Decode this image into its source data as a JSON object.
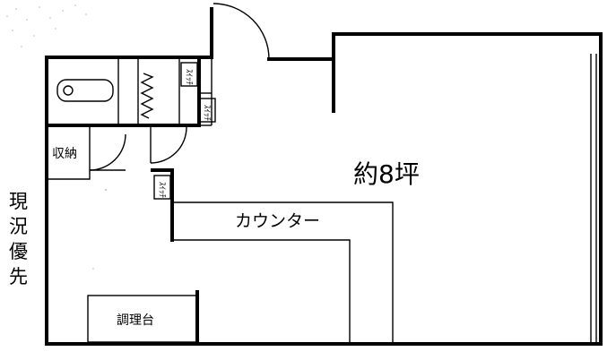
{
  "floorplan": {
    "main_room_label": "約8坪",
    "counter_label": "カウンター",
    "storage_label": "収納",
    "kitchen_label": "調理台",
    "side_note": [
      "現",
      "況",
      "優",
      "先"
    ],
    "switch_label": "ｽｲｯﾁ"
  }
}
